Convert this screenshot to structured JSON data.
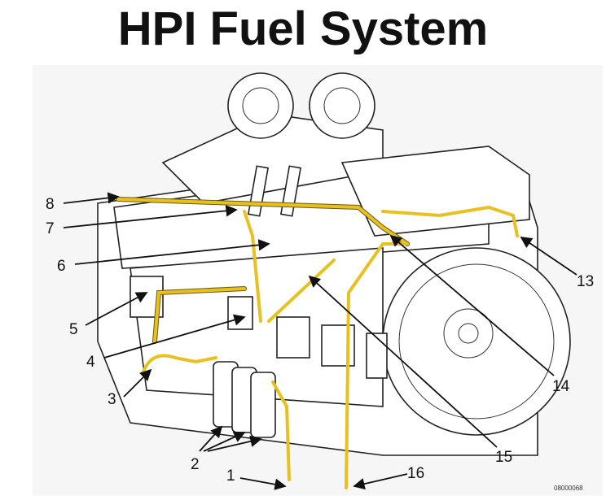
{
  "title": "HPI Fuel System",
  "figure_code": "08000068",
  "callouts": [
    "1",
    "2",
    "3",
    "4",
    "5",
    "6",
    "7",
    "8",
    "13",
    "14",
    "15",
    "16"
  ],
  "colors": {
    "fuel_line": "#e8c020",
    "outline": "#222222"
  }
}
